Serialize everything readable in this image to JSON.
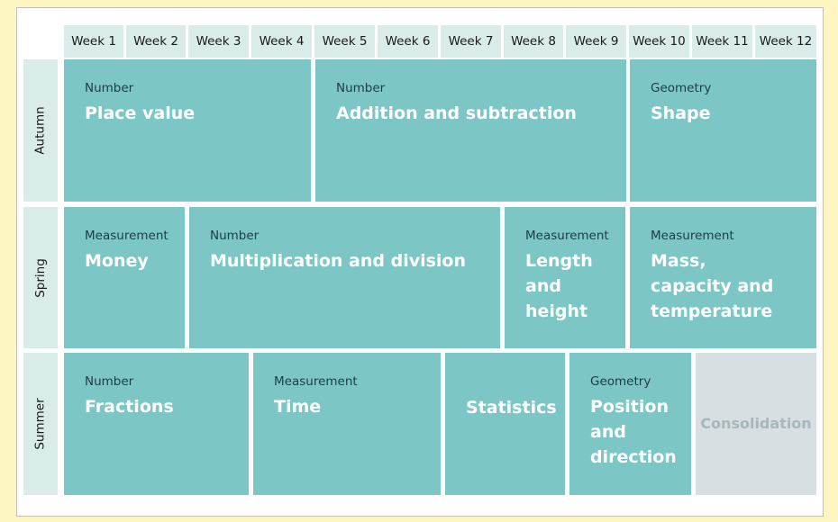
{
  "weeks": [
    "Week 1",
    "Week 2",
    "Week 3",
    "Week 4",
    "Week 5",
    "Week 6",
    "Week 7",
    "Week 8",
    "Week 9",
    "Week 10",
    "Week 11",
    "Week 12"
  ],
  "terms": [
    "Autumn",
    "Spring",
    "Summer"
  ],
  "autumn": [
    {
      "category": "Number",
      "title": "Place value"
    },
    {
      "category": "Number",
      "title": "Addition and subtraction"
    },
    {
      "category": "Geometry",
      "title": "Shape"
    }
  ],
  "spring": [
    {
      "category": "Measurement",
      "title": "Money"
    },
    {
      "category": "Number",
      "title": "Multiplication and division"
    },
    {
      "category": "Measurement",
      "title": "Length and height"
    },
    {
      "category": "Measurement",
      "title": "Mass, capacity and temperature"
    }
  ],
  "summer": [
    {
      "category": "Number",
      "title": "Fractions"
    },
    {
      "category": "Measurement",
      "title": "Time"
    },
    {
      "category": "",
      "title": "Statistics"
    },
    {
      "category": "Geometry",
      "title": "Position and direction"
    },
    {
      "category": "",
      "title": "Consolidation"
    }
  ],
  "colors": {
    "page_background": "#fdf6c3",
    "header_fill": "#d9ece9",
    "block_fill": "#7cc7c5",
    "category_text": "#1f3a4a",
    "consolidation_fill": "#d7dfe2",
    "consolidation_text": "#a9b6bc"
  }
}
